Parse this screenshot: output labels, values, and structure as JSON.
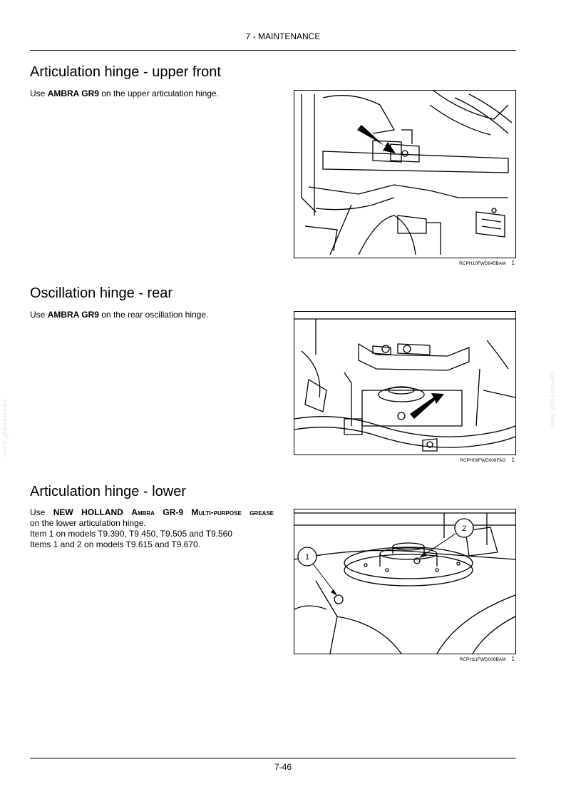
{
  "header": {
    "chapter": "7 - MAINTENANCE"
  },
  "sections": [
    {
      "title": "Articulation hinge - upper front",
      "text_prefix": "Use ",
      "product": "AMBRA GR9",
      "text_suffix": " on the upper articulation hinge.",
      "figure": {
        "code": "RCPH10FWD845BAM",
        "number": "1"
      }
    },
    {
      "title": "Oscillation hinge - rear",
      "text_prefix": "Use ",
      "product": "AMBRA GR9",
      "text_suffix": " on the rear oscillation hinge.",
      "figure": {
        "code": "RCPH09FWD008FAG",
        "number": "1"
      }
    },
    {
      "title": "Articulation hinge - lower",
      "text_prefix": "Use ",
      "product_brand": "NEW HOLLAND",
      "product_name": "Ambra GR-9",
      "product_type": "Multi-purpose grease",
      "text_suffix": " on the lower articulation hinge.",
      "line2": "Item 1 on models T9.390, T9.450, T9.505 and T9.560",
      "line3": "Items 1 and 2 on models T9.615 and T9.670.",
      "figure": {
        "code": "RCPH11FWD006BAM",
        "number": "1",
        "callouts": [
          "1",
          "2"
        ]
      }
    }
  ],
  "watermark": "servicepdf.com",
  "footer": {
    "page": "7-46"
  }
}
